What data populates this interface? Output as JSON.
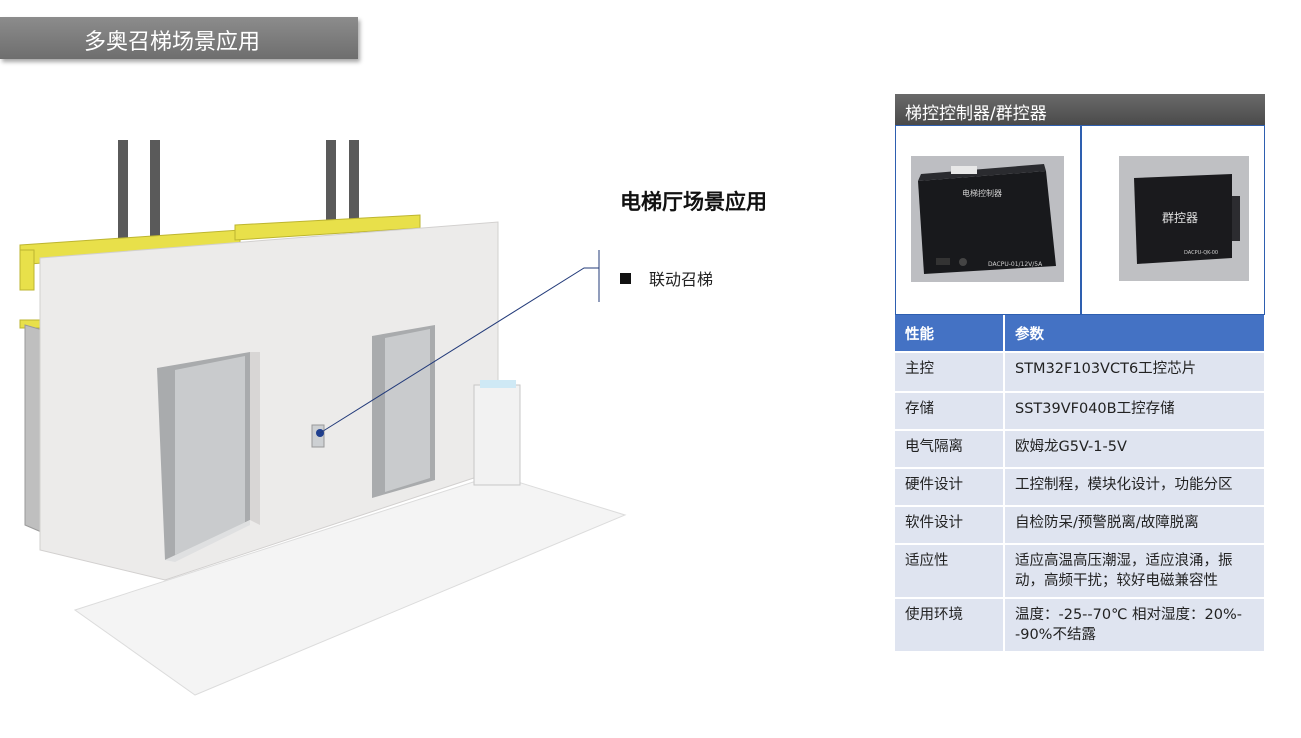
{
  "banner": {
    "title": "多奥召梯场景应用"
  },
  "content": {
    "heading": "电梯厅场景应用",
    "bullets": [
      "联动召梯"
    ]
  },
  "panel": {
    "header": "梯控控制器/群控器",
    "device_left": {
      "label": "电梯控制器",
      "model": "DACPU-01/12V/5A"
    },
    "device_right": {
      "label": "群控器",
      "model": "DACPU-QK-00"
    }
  },
  "spec_table": {
    "headers": [
      "性能",
      "参数"
    ],
    "rows": [
      [
        "主控",
        "STM32F103VCT6工控芯片"
      ],
      [
        "存储",
        "SST39VF040B工控存储"
      ],
      [
        "电气隔离",
        "欧姆龙G5V-1-5V"
      ],
      [
        "硬件设计",
        "工控制程，模块化设计，功能分区"
      ],
      [
        "软件设计",
        "自检防呆/预警脱离/故障脱离"
      ],
      [
        "适应性",
        "适应高温高压潮湿，适应浪涌，振动，高频干扰；较好电磁兼容性"
      ],
      [
        "使用环境",
        "温度：-25--70℃    相对湿度：20%--90%不结露"
      ]
    ]
  },
  "colors": {
    "accent": "#4472c4",
    "banner": "#7a7a7a",
    "row_bg": "#dfe4f0",
    "border": "#2e5fb0"
  }
}
